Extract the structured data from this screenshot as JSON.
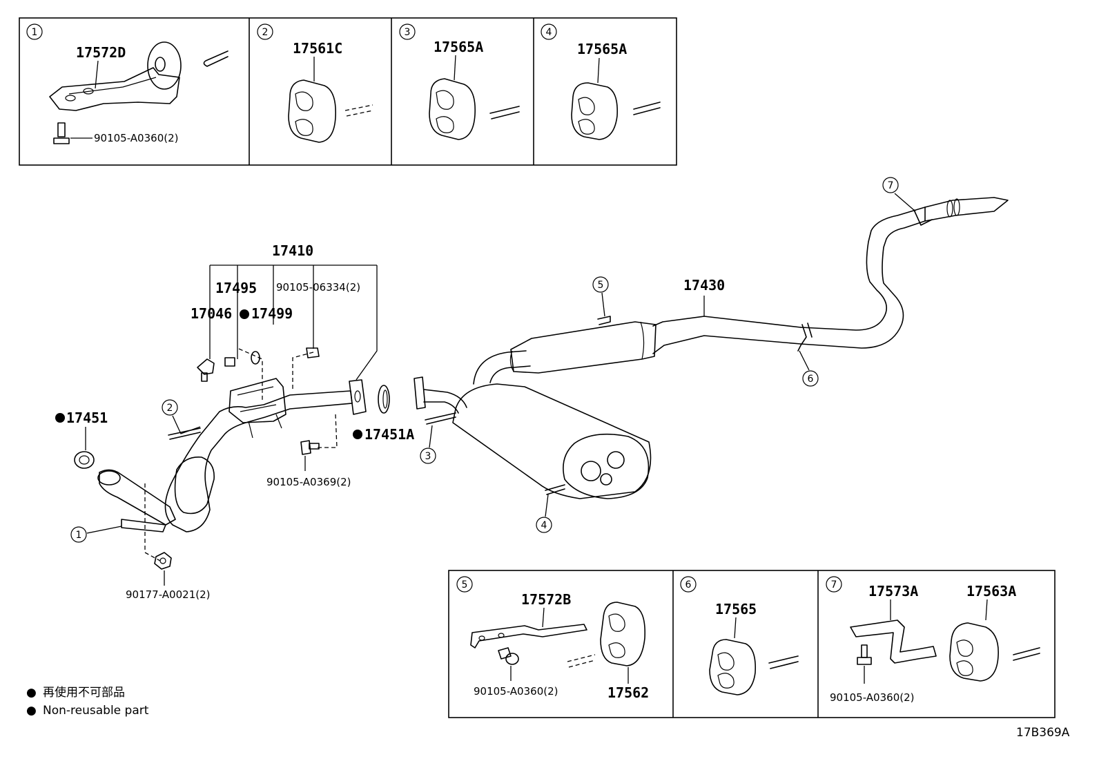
{
  "diagram_code": "17B369A",
  "legend": [
    {
      "marker": "●",
      "text": "再使用不可部品"
    },
    {
      "marker": "●",
      "text": "Non-reusable part"
    }
  ],
  "callouts": [
    "1",
    "2",
    "3",
    "4",
    "5",
    "6",
    "7"
  ],
  "top_panels": [
    {
      "num": "1",
      "parts": [
        "17572D",
        "90105-A0360(2)"
      ]
    },
    {
      "num": "2",
      "parts": [
        "17561C"
      ]
    },
    {
      "num": "3",
      "parts": [
        "17565A"
      ]
    },
    {
      "num": "4",
      "parts": [
        "17565A"
      ]
    }
  ],
  "bottom_panels": [
    {
      "num": "5",
      "parts": [
        "17572B",
        "90105-A0360(2)",
        "17562"
      ]
    },
    {
      "num": "6",
      "parts": [
        "17565"
      ]
    },
    {
      "num": "7",
      "parts": [
        "17573A",
        "17563A",
        "90105-A0360(2)"
      ]
    }
  ],
  "main_labels": {
    "p17410": "17410",
    "p17495": "17495",
    "p90105_06334": "90105-06334(2)",
    "p17046": "17046",
    "p17499": "17499",
    "p17451": "17451",
    "p17451A": "17451A",
    "p90105_A0369": "90105-A0369(2)",
    "p90177_A0021": "90177-A0021(2)",
    "p17430": "17430"
  }
}
